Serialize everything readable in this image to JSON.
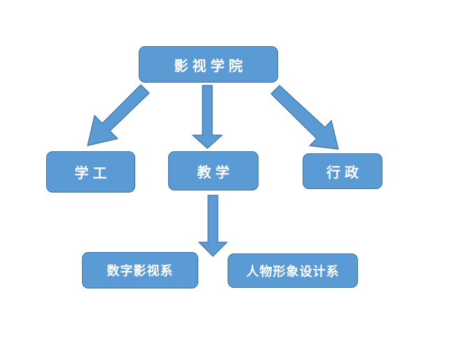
{
  "diagram": {
    "root": "影视学院",
    "level1": [
      "学工",
      "教学",
      "行政"
    ],
    "level2": [
      "数字影视系",
      "人物形象设计系"
    ]
  },
  "colors": {
    "node_fill": "#5b9bd5",
    "node_border": "#41719c",
    "text": "#ffffff"
  }
}
